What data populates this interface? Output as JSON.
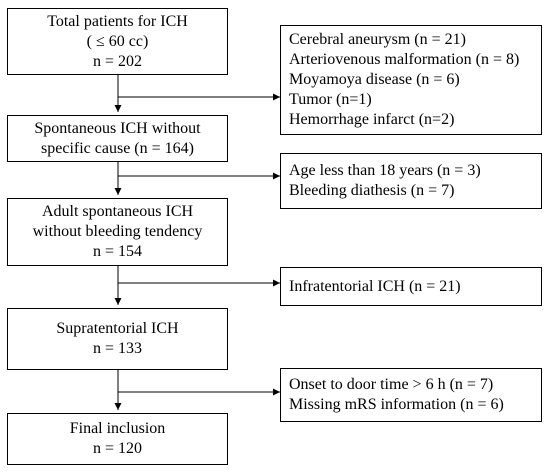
{
  "flowchart": {
    "main_boxes": [
      {
        "id": "total",
        "lines": [
          "Total patients for ICH",
          "( ≤ 60 cc)",
          "n = 202"
        ]
      },
      {
        "id": "spontaneous",
        "lines": [
          "Spontaneous ICH without",
          "specific cause (n = 164)"
        ]
      },
      {
        "id": "adult",
        "lines": [
          "Adult spontaneous ICH",
          "without bleeding tendency",
          "n = 154"
        ]
      },
      {
        "id": "supratentorial",
        "lines": [
          "Supratentorial ICH",
          "n = 133"
        ]
      },
      {
        "id": "final",
        "lines": [
          "Final inclusion",
          "n = 120"
        ]
      }
    ],
    "exclusion_boxes": [
      {
        "id": "excl-secondary",
        "lines": [
          "Cerebral aneurysm (n = 21)",
          "Arteriovenous malformation (n = 8)",
          "Moyamoya disease (n = 6)",
          "Tumor (n=1)",
          "Hemorrhage infarct (n=2)"
        ]
      },
      {
        "id": "excl-age-bleeding",
        "lines": [
          "Age less than 18 years (n = 3)",
          "Bleeding diathesis (n = 7)"
        ]
      },
      {
        "id": "excl-infratentorial",
        "lines": [
          "Infratentorial ICH (n = 21)"
        ]
      },
      {
        "id": "excl-onset-mrs",
        "lines": [
          "Onset to door time > 6 h (n = 7)",
          "Missing mRS information (n = 6)"
        ]
      }
    ],
    "line_color": "#000000"
  }
}
